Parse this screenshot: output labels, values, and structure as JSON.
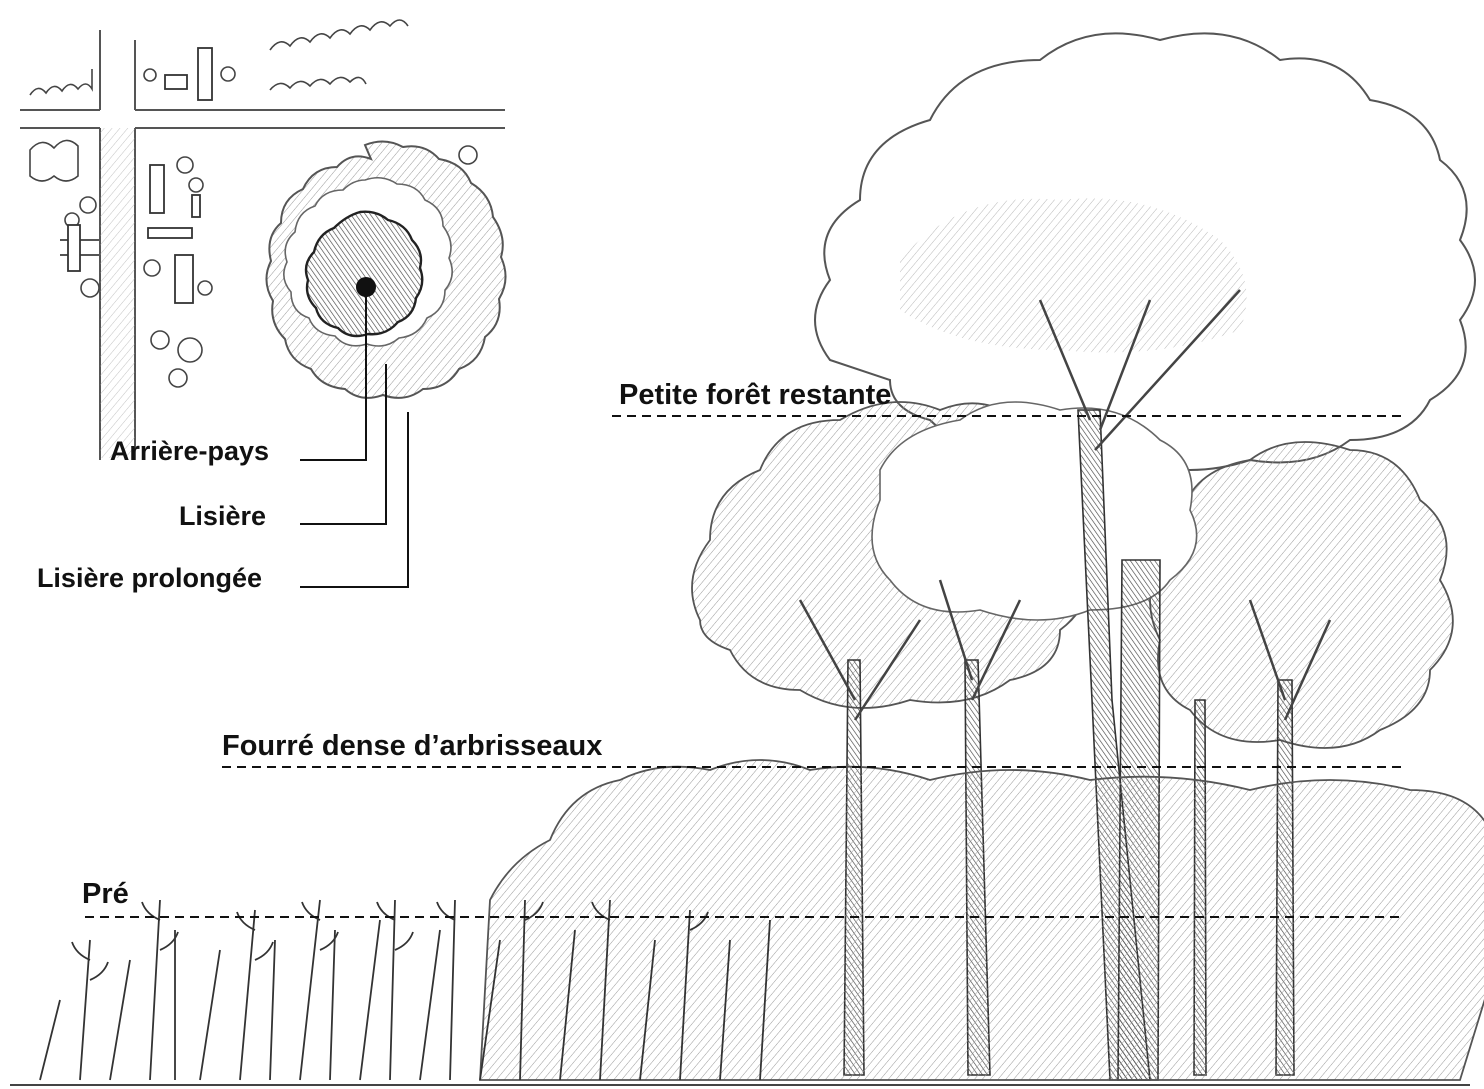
{
  "inset_labels": {
    "hinterland": "Arrière-pays",
    "edge": "Lisière",
    "extended_edge": "Lisière prolongée"
  },
  "layer_labels": {
    "forest": "Petite forêt restante",
    "thicket": "Fourré dense d’arbrisseaux",
    "meadow": "Pré"
  },
  "colors": {
    "ink": "#111111",
    "pencil": "#555555",
    "shade": "#8a8a8a",
    "paper": "#ffffff"
  }
}
